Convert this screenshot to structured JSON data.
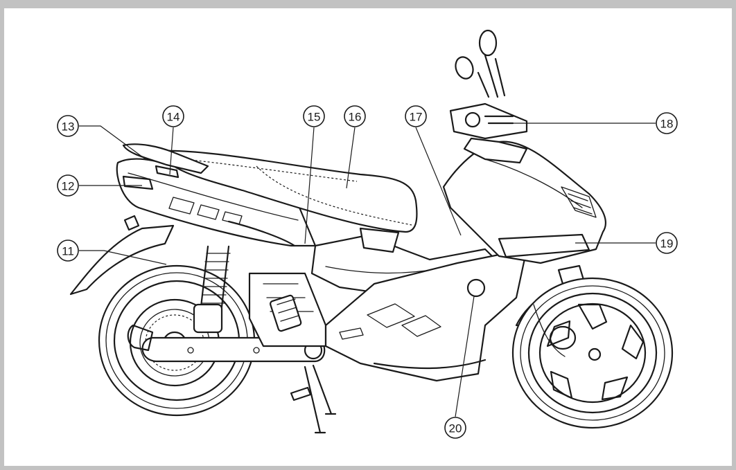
{
  "diagram": {
    "callouts": [
      {
        "id": "11",
        "label": "11"
      },
      {
        "id": "12",
        "label": "12"
      },
      {
        "id": "13",
        "label": "13"
      },
      {
        "id": "14",
        "label": "14"
      },
      {
        "id": "15",
        "label": "15"
      },
      {
        "id": "16",
        "label": "16"
      },
      {
        "id": "17",
        "label": "17"
      },
      {
        "id": "18",
        "label": "18"
      },
      {
        "id": "19",
        "label": "19"
      },
      {
        "id": "20",
        "label": "20"
      }
    ]
  },
  "colors": {
    "frame": "#c2c2c2",
    "panel": "#ffffff",
    "ink": "#1a1a1a"
  }
}
